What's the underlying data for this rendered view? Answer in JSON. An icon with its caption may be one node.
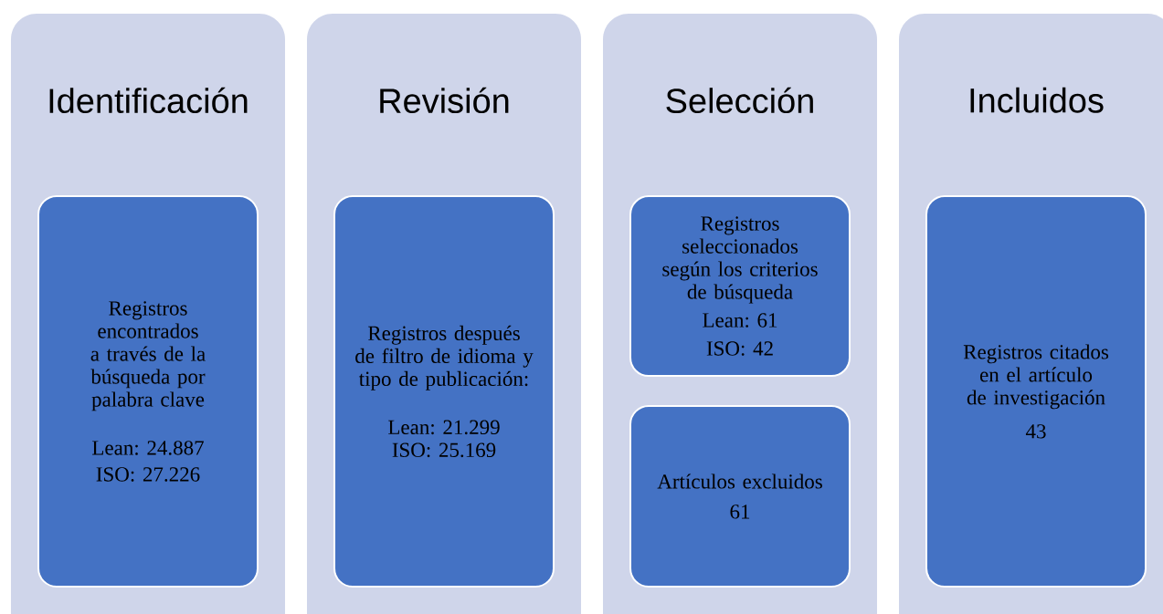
{
  "diagram": {
    "nodes": [
      {
        "text": [
          "Identificación"
        ]
      },
      {
        "text": [
          "Registros encontrados a través de la búsqueda por palabra clave",
          "Lean: 24.887",
          "ISO: 27.226"
        ],
        "in": 0
      },
      {
        "text": [
          "Revisión"
        ]
      },
      {
        "text": [
          "Registros después de filtro de idioma y tipo de publicación:",
          "Lean: 21.299",
          "ISO: 25.169"
        ],
        "in": 2
      },
      {
        "text": [
          "Selección"
        ]
      },
      {
        "text": [
          "Registros seleccionados según los criterios de búsqueda",
          "Lean: 61",
          "ISO: 42"
        ],
        "in": 4
      },
      {
        "text": [
          "Artículos excluidos",
          "61"
        ],
        "in": 4
      },
      {
        "text": [
          "Incluidos"
        ]
      },
      {
        "text": [
          "Registros citados en el artículo de investigación",
          "43"
        ],
        "in": 7
      }
    ],
    "edges": []
  }
}
